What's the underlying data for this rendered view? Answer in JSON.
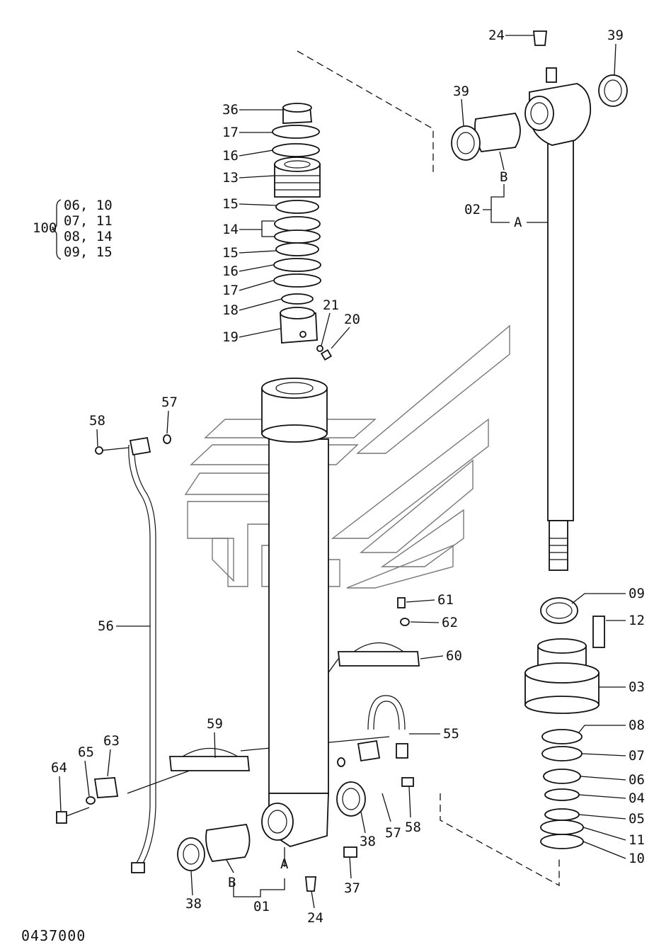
{
  "diagram": {
    "drawing_code": "0437000",
    "group_100": {
      "number": "100",
      "pairs": [
        "06, 10",
        "07, 11",
        "08, 14",
        "09, 15"
      ]
    },
    "labels": {
      "l36": "36",
      "l17a": "17",
      "l16a": "16",
      "l13": "13",
      "l15a": "15",
      "l14": "14",
      "l15b": "15",
      "l16b": "16",
      "l17b": "17",
      "l18": "18",
      "l19": "19",
      "l21": "21",
      "l20": "20",
      "l24top": "24",
      "l39a": "39",
      "l39b": "39",
      "lB02": "B",
      "l02": "02",
      "lA02": "A",
      "l09": "09",
      "l12": "12",
      "l03": "03",
      "l08": "08",
      "l07": "07",
      "l06": "06",
      "l04": "04",
      "l05": "05",
      "l11": "11",
      "l10": "10",
      "l61": "61",
      "l62": "62",
      "l60": "60",
      "l55": "55",
      "l57a": "57",
      "l58a": "58",
      "l56": "56",
      "l59": "59",
      "l63": "63",
      "l64": "64",
      "l65": "65",
      "l38a": "38",
      "lB01": "B",
      "l01": "01",
      "lA01": "A",
      "l24bot": "24",
      "l37": "37",
      "l38b": "38",
      "l57b": "57",
      "l58b": "58"
    }
  }
}
